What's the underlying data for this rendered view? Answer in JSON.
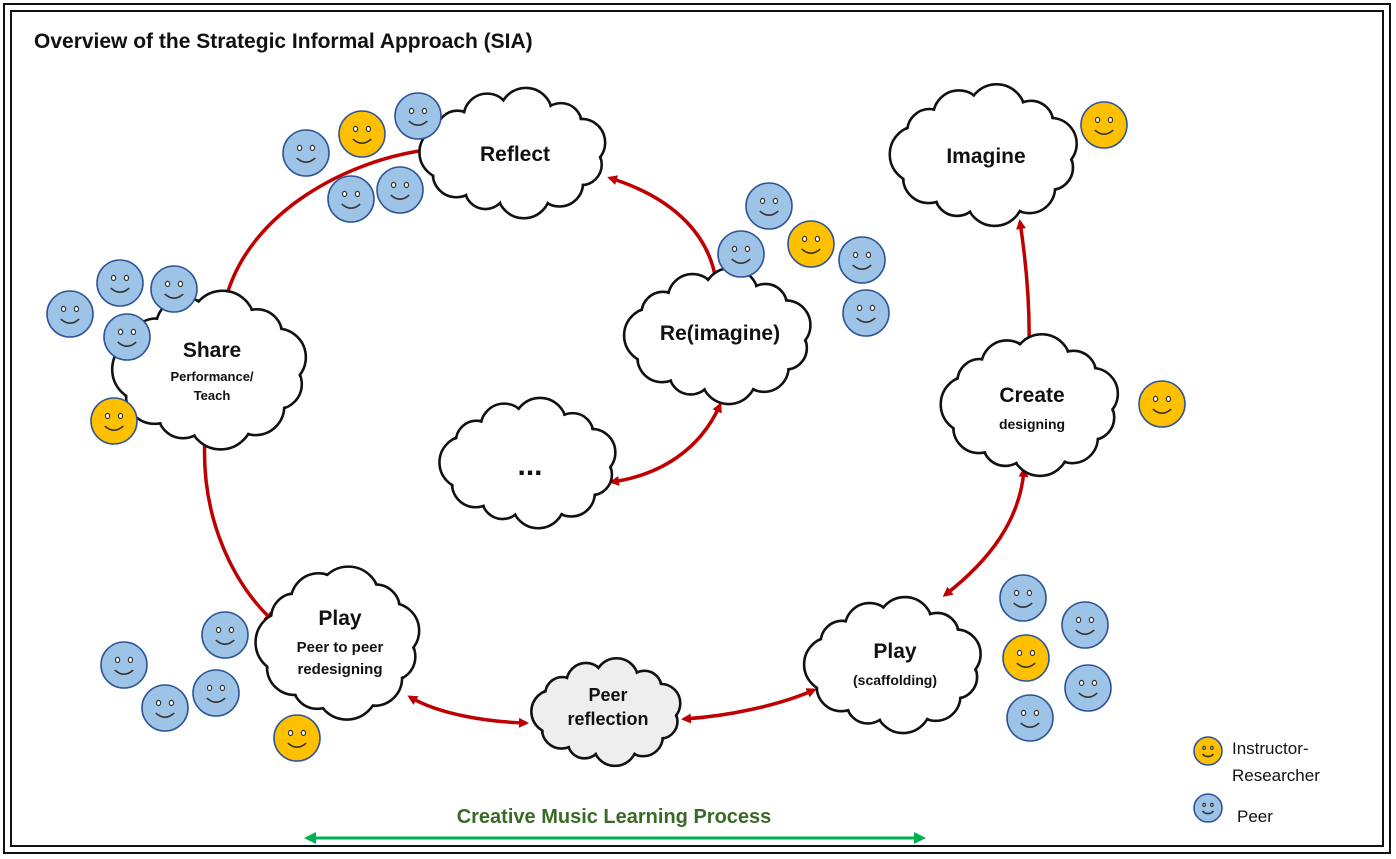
{
  "title": "Overview of the Strategic Informal Approach (SIA)",
  "colors": {
    "arrow": "#c00000",
    "process_arrow": "#00b050",
    "process_text": "#3a6b26",
    "instructor_face": "#ffc000",
    "peer_face": "#9dc3e6",
    "face_stroke": "#2f5597",
    "cloud_fill": "#ffffff",
    "cloud_fill_shaded": "#eeeeee"
  },
  "nodes": {
    "reflect": {
      "label": "Reflect"
    },
    "share": {
      "label": "Share",
      "sub1": "Performance/",
      "sub2": "Teach"
    },
    "reimagine": {
      "label": "Re(imagine)"
    },
    "ellipsis": {
      "label": "..."
    },
    "imagine": {
      "label": "Imagine"
    },
    "create": {
      "label": "Create",
      "sub1": "designing"
    },
    "play_left": {
      "label": "Play",
      "sub1": "Peer to peer",
      "sub2": "redesigning"
    },
    "peer_reflection": {
      "label": "Peer",
      "sub1": "reflection"
    },
    "play_right": {
      "label": "Play",
      "sub1": "(scaffolding)"
    }
  },
  "process_label": "Creative Music Learning Process",
  "legend": {
    "instructor_line1": "Instructor-",
    "instructor_line2": "Researcher",
    "peer": "Peer",
    "instructor_icon": "smiley-face-icon",
    "peer_icon": "smiley-face-icon"
  }
}
